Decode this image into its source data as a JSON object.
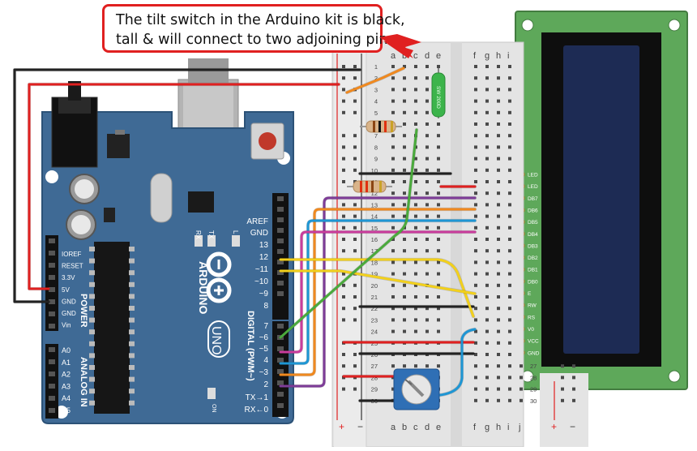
{
  "callout": {
    "line1": "The tilt switch in the Arduino kit is black,",
    "line2": "tall & will connect to two adjoining pins"
  },
  "arduino": {
    "brand": "ARDUINO",
    "model": "UNO",
    "color": "#3f6a95",
    "power_title": "POWER",
    "analog_title": "ANALOG IN",
    "digital_title": "DIGITAL (PWM~)",
    "on_label": "ON",
    "power_pins": [
      "IOREF",
      "RESET",
      "3.3V",
      "5V",
      "GND",
      "GND",
      "Vin"
    ],
    "analog_pins": [
      "A0",
      "A1",
      "A2",
      "A3",
      "A4",
      "A5"
    ],
    "digital_top": [
      "AREF",
      "GND",
      "13",
      "12",
      "~11",
      "~10",
      "~9",
      "8"
    ],
    "digital_bottom": [
      "7",
      "~6",
      "~5",
      "4",
      "~3",
      "2",
      "TX→1",
      "RX←0"
    ],
    "led_labels": [
      "RX",
      "TX",
      "L"
    ]
  },
  "breadboard": {
    "columns_left": [
      "a",
      "b",
      "c",
      "d",
      "e"
    ],
    "columns_right": [
      "f",
      "g",
      "h",
      "i",
      "j"
    ],
    "plus_label": "+",
    "minus_label": "−",
    "rows_left": [
      "1",
      "2",
      "3",
      "4",
      "5",
      "6",
      "7",
      "8",
      "9",
      "10",
      "11",
      "12",
      "13",
      "14",
      "15",
      "16",
      "17",
      "18",
      "19",
      "20",
      "21",
      "22",
      "23",
      "24",
      "25",
      "26",
      "27",
      "28",
      "29",
      "30"
    ],
    "rows_right_visible": [
      "27",
      "28",
      "29",
      "30"
    ]
  },
  "tilt_switch": {
    "label": "SW 200D",
    "color": "#3cb44b"
  },
  "lcd": {
    "pins": [
      "LED",
      "LED",
      "DB7",
      "DB6",
      "DB5",
      "DB4",
      "DB3",
      "DB2",
      "DB1",
      "DB0",
      "E",
      "RW",
      "RS",
      "V0",
      "VCC",
      "GND"
    ],
    "board_color": "#5ea85a",
    "screen_color": "#1d2b54"
  },
  "colors": {
    "wire_red": "#e02020",
    "wire_black": "#222222",
    "wire_orange": "#f0891f",
    "wire_purple": "#7e3c98",
    "wire_blue": "#1e96d4",
    "wire_magenta": "#c93c9c",
    "wire_yellow": "#f2d01c",
    "wire_green": "#4aaa3c"
  }
}
